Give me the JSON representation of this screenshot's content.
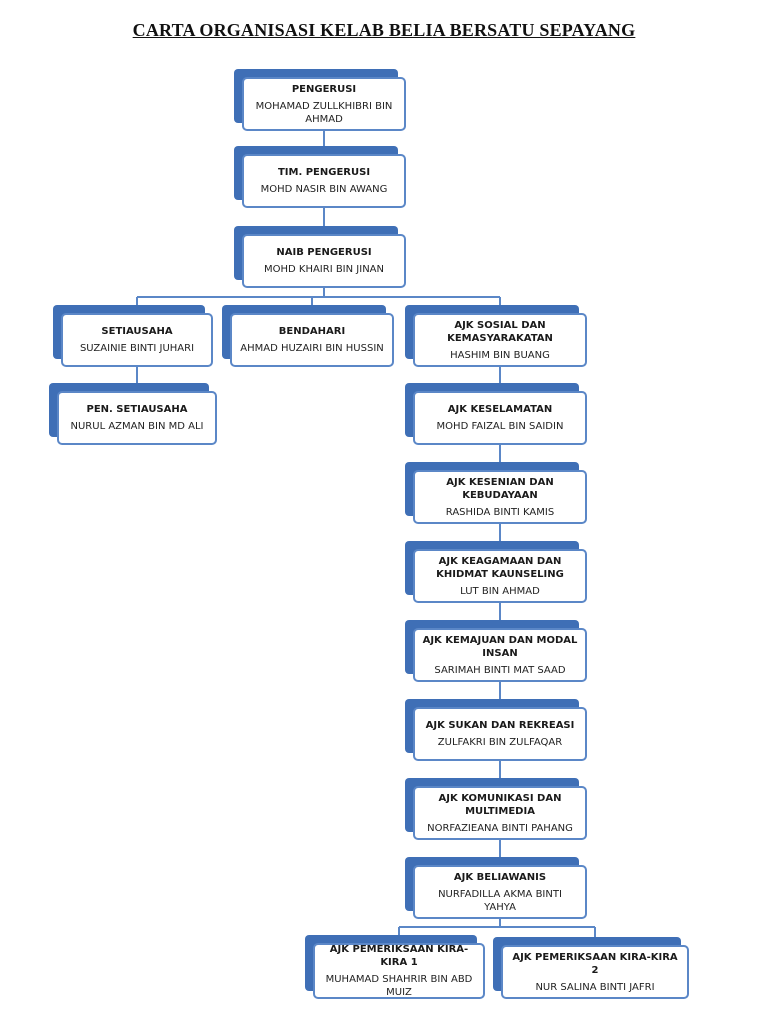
{
  "title": "CARTA ORGANISASI KELAB BELIA BERSATU SEPAYANG",
  "colors": {
    "box_back": "#3f6fb6",
    "box_border": "#5b87c7",
    "connector": "#5b87c7"
  },
  "nodes": {
    "pengerusi": {
      "role": "PENGERUSI",
      "name": "MOHAMAD ZULLKHIBRI BIN AHMAD"
    },
    "timbalan": {
      "role": "TIM. PENGERUSI",
      "name": "MOHD NASIR BIN AWANG"
    },
    "naib": {
      "role": "NAIB PENGERUSI",
      "name": "MOHD KHAIRI BIN JINAN"
    },
    "setiausaha": {
      "role": "SETIAUSAHA",
      "name": "SUZAINIE BINTI JUHARI"
    },
    "bendahari": {
      "role": "BENDAHARI",
      "name": "AHMAD HUZAIRI BIN HUSSIN"
    },
    "sosial": {
      "role": "AJK SOSIAL DAN KEMASYARAKATAN",
      "name": "HASHIM BIN BUANG"
    },
    "pen_setiausaha": {
      "role": "PEN. SETIAUSAHA",
      "name": "NURUL AZMAN BIN MD ALI"
    },
    "keselamatan": {
      "role": "AJK KESELAMATAN",
      "name": "MOHD FAIZAL BIN SAIDIN"
    },
    "kesenian": {
      "role": "AJK KESENIAN DAN KEBUDAYAAN",
      "name": "RASHIDA BINTI KAMIS"
    },
    "keagamaan": {
      "role": "AJK KEAGAMAAN DAN KHIDMAT KAUNSELING",
      "name": "LUT BIN AHMAD"
    },
    "kemajuan": {
      "role": "AJK KEMAJUAN DAN MODAL INSAN",
      "name": "SARIMAH BINTI MAT SAAD"
    },
    "sukan": {
      "role": "AJK SUKAN DAN REKREASI",
      "name": "ZULFAKRI BIN ZULFAQAR"
    },
    "komunikasi": {
      "role": "AJK KOMUNIKASI DAN MULTIMEDIA",
      "name": "NORFAZIEANA BINTI PAHANG"
    },
    "beliawanis": {
      "role": "AJK BELIAWANIS",
      "name": "NURFADILLA AKMA BINTI YAHYA"
    },
    "pemeriksaan1": {
      "role": "AJK PEMERIKSAAN KIRA-KIRA 1",
      "name": "MUHAMAD SHAHRIR BIN ABD MUIZ"
    },
    "pemeriksaan2": {
      "role": "AJK PEMERIKSAAN KIRA-KIRA 2",
      "name": "NUR SALINA BINTI JAFRI"
    }
  },
  "edges": [
    [
      "pengerusi",
      "timbalan"
    ],
    [
      "timbalan",
      "naib"
    ],
    [
      "naib",
      "setiausaha"
    ],
    [
      "naib",
      "bendahari"
    ],
    [
      "naib",
      "sosial"
    ],
    [
      "setiausaha",
      "pen_setiausaha"
    ],
    [
      "sosial",
      "keselamatan"
    ],
    [
      "keselamatan",
      "kesenian"
    ],
    [
      "kesenian",
      "keagamaan"
    ],
    [
      "keagamaan",
      "kemajuan"
    ],
    [
      "kemajuan",
      "sukan"
    ],
    [
      "sukan",
      "komunikasi"
    ],
    [
      "komunikasi",
      "beliawanis"
    ],
    [
      "beliawanis",
      "pemeriksaan1"
    ],
    [
      "beliawanis",
      "pemeriksaan2"
    ]
  ]
}
